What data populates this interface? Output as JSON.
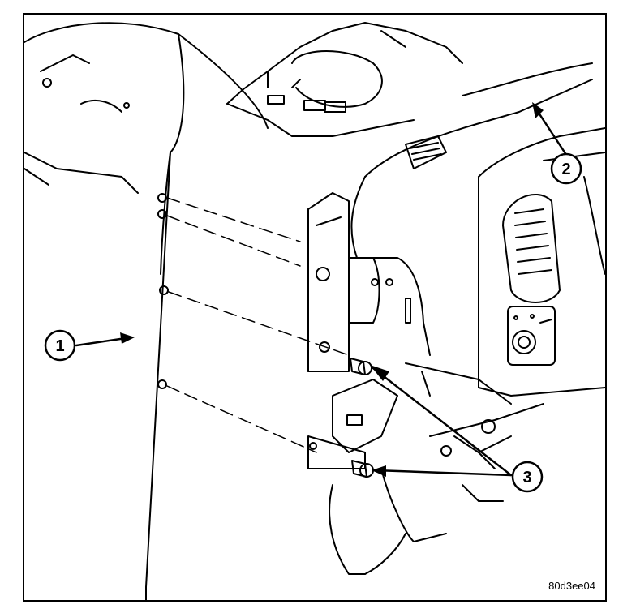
{
  "figure": {
    "callouts": [
      {
        "id": "callout-1",
        "label": "1"
      },
      {
        "id": "callout-2",
        "label": "2"
      },
      {
        "id": "callout-3",
        "label": "3"
      }
    ],
    "reference_code": "80d3ee04"
  }
}
